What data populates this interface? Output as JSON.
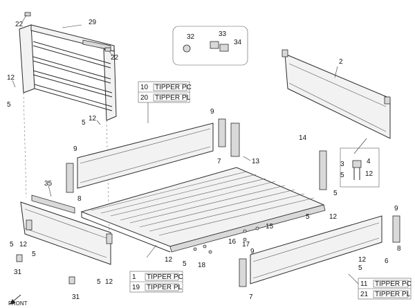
{
  "labels": {
    "p1": "1",
    "p2": "2",
    "p3": "3",
    "p4": "4",
    "p5": "5",
    "p6": "6",
    "p7": "7",
    "p8": "8",
    "p9": "9",
    "p10": "10",
    "p11": "11",
    "p12": "12",
    "p13": "13",
    "p14": "14",
    "p15": "15",
    "p16": "16",
    "p17": "17",
    "p18": "18",
    "p19": "19",
    "p20": "20",
    "p21": "21",
    "p22": "22",
    "p29": "29",
    "p31": "31",
    "p32": "32",
    "p33": "33",
    "p34": "34",
    "p35": "35"
  },
  "variants": {
    "tipper_pc": "TIPPER PC",
    "tipper_pl": "TIPPER PL"
  },
  "front": "FRONT"
}
